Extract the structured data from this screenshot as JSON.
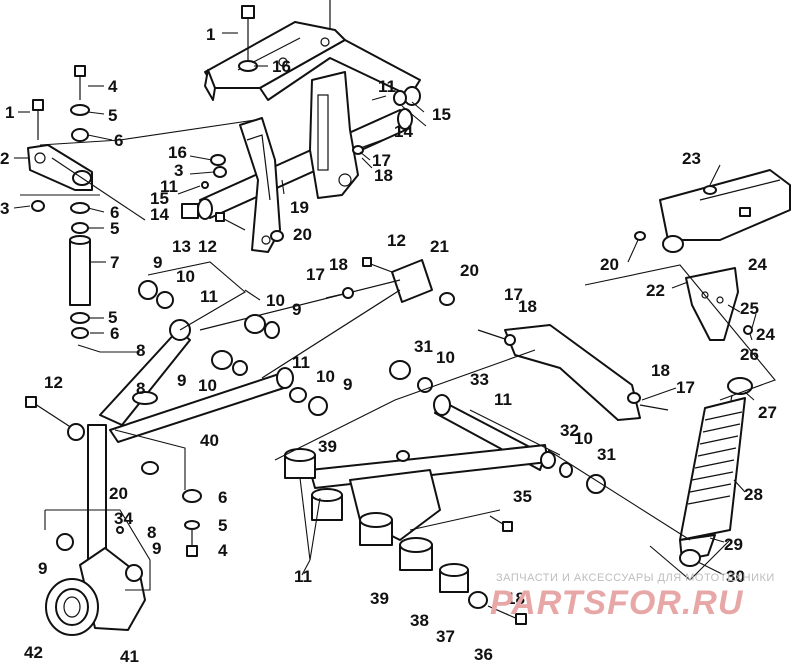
{
  "labels": [
    {
      "text": "1"
    },
    {
      "text": "16"
    },
    {
      "text": "4"
    },
    {
      "text": "1"
    },
    {
      "text": "5"
    },
    {
      "text": "6"
    },
    {
      "text": "2"
    },
    {
      "text": "11"
    },
    {
      "text": "15"
    },
    {
      "text": "14"
    },
    {
      "text": "17"
    },
    {
      "text": "18"
    },
    {
      "text": "16"
    },
    {
      "text": "3"
    },
    {
      "text": "11"
    },
    {
      "text": "15"
    },
    {
      "text": "14"
    },
    {
      "text": "19"
    },
    {
      "text": "3"
    },
    {
      "text": "6"
    },
    {
      "text": "5"
    },
    {
      "text": "13"
    },
    {
      "text": "12"
    },
    {
      "text": "20"
    },
    {
      "text": "7"
    },
    {
      "text": "12"
    },
    {
      "text": "21"
    },
    {
      "text": "9"
    },
    {
      "text": "10"
    },
    {
      "text": "17"
    },
    {
      "text": "18"
    },
    {
      "text": "20"
    },
    {
      "text": "11"
    },
    {
      "text": "10"
    },
    {
      "text": "9"
    },
    {
      "text": "5"
    },
    {
      "text": "6"
    },
    {
      "text": "8"
    },
    {
      "text": "11"
    },
    {
      "text": "9"
    },
    {
      "text": "10"
    },
    {
      "text": "10"
    },
    {
      "text": "9"
    },
    {
      "text": "17"
    },
    {
      "text": "18"
    },
    {
      "text": "31"
    },
    {
      "text": "10"
    },
    {
      "text": "33"
    },
    {
      "text": "11"
    },
    {
      "text": "12"
    },
    {
      "text": "8"
    },
    {
      "text": "40"
    },
    {
      "text": "20"
    },
    {
      "text": "39"
    },
    {
      "text": "32"
    },
    {
      "text": "10"
    },
    {
      "text": "31"
    },
    {
      "text": "6"
    },
    {
      "text": "35"
    },
    {
      "text": "5"
    },
    {
      "text": "34"
    },
    {
      "text": "8"
    },
    {
      "text": "4"
    },
    {
      "text": "9"
    },
    {
      "text": "9"
    },
    {
      "text": "11"
    },
    {
      "text": "39"
    },
    {
      "text": "38"
    },
    {
      "text": "18"
    },
    {
      "text": "37"
    },
    {
      "text": "36"
    },
    {
      "text": "42"
    },
    {
      "text": "41"
    },
    {
      "text": "23"
    },
    {
      "text": "20"
    },
    {
      "text": "24"
    },
    {
      "text": "22"
    },
    {
      "text": "25"
    },
    {
      "text": "24"
    },
    {
      "text": "26"
    },
    {
      "text": "18"
    },
    {
      "text": "17"
    },
    {
      "text": "27"
    },
    {
      "text": "28"
    },
    {
      "text": "29"
    },
    {
      "text": "30"
    }
  ],
  "watermark": {
    "tagline": "ЗАПЧАСТИ И АКСЕССУАРЫ ДЛЯ МОТОТЕХНИКИ",
    "site": "PARTSFOR.RU"
  }
}
